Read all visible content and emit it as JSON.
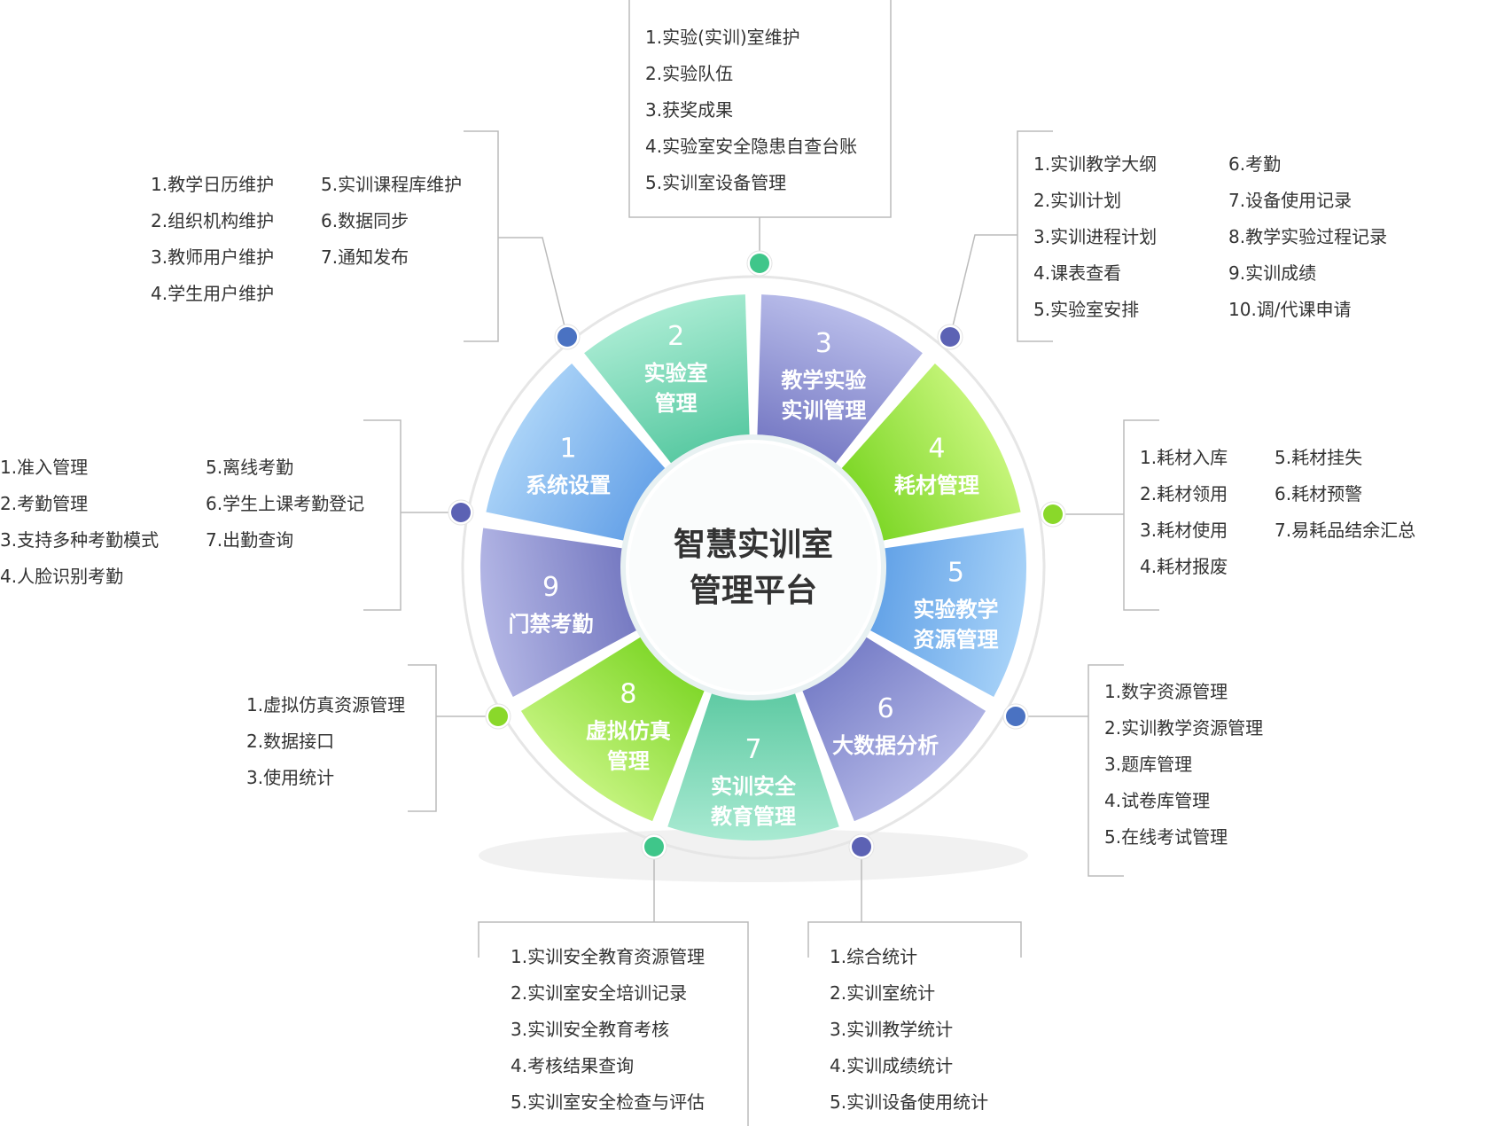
{
  "center": {
    "line1": "智慧实训室",
    "line2": "管理平台"
  },
  "colors": {
    "seg1": [
      "#a9d2f7",
      "#5f9de6"
    ],
    "seg2": [
      "#a8ebd2",
      "#4fc59c"
    ],
    "seg3": [
      "#b9bdea",
      "#6f72c0"
    ],
    "seg4": [
      "#c6f57a",
      "#74d31c"
    ],
    "seg5": [
      "#a7d2f8",
      "#5a9ce5"
    ],
    "seg6": [
      "#b2b6e6",
      "#7178c4"
    ],
    "seg7": [
      "#a9ead2",
      "#55c69d"
    ],
    "seg8": [
      "#c3f37d",
      "#78d420"
    ],
    "seg9": [
      "#b3b6e5",
      "#6e72bd"
    ],
    "dot_blue": "#4a72c2",
    "dot_green": "#3fc68a",
    "dot_lime": "#8ad82a",
    "dot_indigo": "#5c62b4",
    "ring": "#e6e6e6",
    "bracket": "#bbbbbb"
  },
  "segments": [
    {
      "num": "1",
      "lines": [
        "系统设置"
      ]
    },
    {
      "num": "2",
      "lines": [
        "实验室",
        "管理"
      ]
    },
    {
      "num": "3",
      "lines": [
        "教学实验",
        "实训管理"
      ]
    },
    {
      "num": "4",
      "lines": [
        "耗材管理"
      ]
    },
    {
      "num": "5",
      "lines": [
        "实验教学",
        "资源管理"
      ]
    },
    {
      "num": "6",
      "lines": [
        "大数据分析"
      ]
    },
    {
      "num": "7",
      "lines": [
        "实训安全",
        "教育管理"
      ]
    },
    {
      "num": "8",
      "lines": [
        "虚拟仿真",
        "管理"
      ]
    },
    {
      "num": "9",
      "lines": [
        "门禁考勤"
      ]
    }
  ],
  "groups": {
    "g1": {
      "col1": [
        "1.教学日历维护",
        "2.组织机构维护",
        "3.教师用户维护",
        "4.学生用户维护"
      ],
      "col2": [
        "5.实训课程库维护",
        "6.数据同步",
        "7.通知发布"
      ]
    },
    "g2": {
      "col1": [
        "1.实验(实训)室维护",
        "2.实验队伍",
        "3.获奖成果",
        "4.实验室安全隐患自查台账",
        "5.实训室设备管理"
      ]
    },
    "g3": {
      "col1": [
        "1.实训教学大纲",
        "2.实训计划",
        "3.实训进程计划",
        "4.课表查看",
        "5.实验室安排"
      ],
      "col2": [
        "6.考勤",
        "7.设备使用记录",
        "8.教学实验过程记录",
        "9.实训成绩",
        "10.调/代课申请"
      ]
    },
    "g4": {
      "col1": [
        "1.耗材入库",
        "2.耗材领用",
        "3.耗材使用",
        "4.耗材报废"
      ],
      "col2": [
        "5.耗材挂失",
        "6.耗材预警",
        "7.易耗品结余汇总"
      ]
    },
    "g5": {
      "col1": [
        "1.数字资源管理",
        "2.实训教学资源管理",
        "3.题库管理",
        "4.试卷库管理",
        "5.在线考试管理"
      ]
    },
    "g6": {
      "col1": [
        "1.综合统计",
        "2.实训室统计",
        "3.实训教学统计",
        "4.实训成绩统计",
        "5.实训设备使用统计"
      ]
    },
    "g7": {
      "col1": [
        "1.实训安全教育资源管理",
        "2.实训室安全培训记录",
        "3.实训安全教育考核",
        "4.考核结果查询",
        "5.实训室安全检查与评估"
      ]
    },
    "g8": {
      "col1": [
        "1.虚拟仿真资源管理",
        "2.数据接口",
        "3.使用统计"
      ]
    },
    "g9": {
      "col1": [
        "1.准入管理",
        "2.考勤管理",
        "3.支持多种考勤模式",
        "4.人脸识别考勤"
      ],
      "col2": [
        "5.离线考勤",
        "6.学生上课考勤登记",
        "7.出勤查询"
      ]
    }
  }
}
